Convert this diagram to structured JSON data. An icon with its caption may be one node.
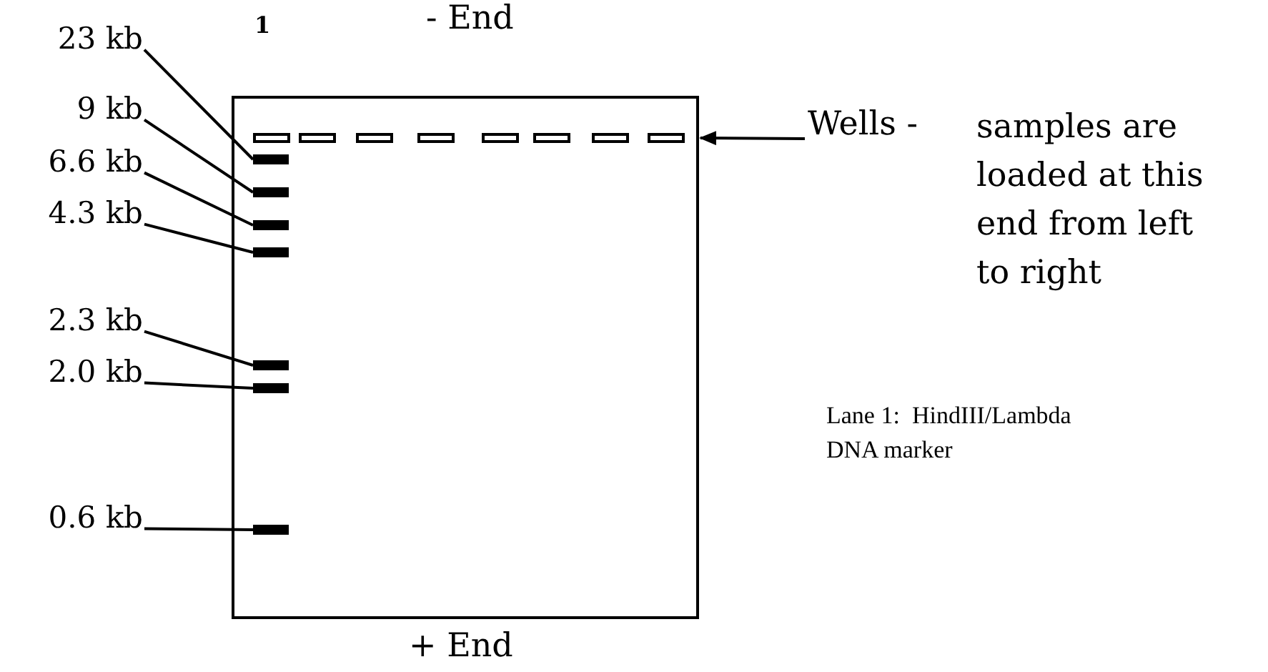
{
  "diagram": {
    "nodes": [
      {
        "text": [],
        "shape": "box"
      },
      {
        "text": [],
        "shape": "box",
        "in": 0
      },
      {
        "text": [],
        "shape": "box",
        "in": 0
      },
      {
        "text": [],
        "shape": "box",
        "in": 0
      },
      {
        "text": [],
        "shape": "box",
        "in": 0
      },
      {
        "text": [],
        "shape": "box",
        "in": 0
      },
      {
        "text": [],
        "shape": "box",
        "in": 0
      },
      {
        "text": [],
        "shape": "box",
        "in": 0
      },
      {
        "text": [],
        "shape": "box",
        "in": 0
      },
      {
        "text": [],
        "shape": "bar",
        "in": 0
      },
      {
        "text": [],
        "shape": "bar",
        "in": 0
      },
      {
        "text": [],
        "shape": "bar",
        "in": 0
      },
      {
        "text": [],
        "shape": "bar",
        "in": 0
      },
      {
        "text": [],
        "shape": "bar",
        "in": 0
      },
      {
        "text": [],
        "shape": "bar",
        "in": 0
      },
      {
        "text": [],
        "shape": "bar",
        "in": 0
      },
      {
        "text": [
          "23 kb"
        ]
      },
      {
        "text": [
          "9 kb"
        ]
      },
      {
        "text": [
          "6.6 kb"
        ]
      },
      {
        "text": [
          "4.3 kb"
        ]
      },
      {
        "text": [
          "2.3 kb"
        ]
      },
      {
        "text": [
          "2.0 kb"
        ]
      },
      {
        "text": [
          "0.6 kb"
        ]
      },
      {
        "text": [
          "Wells -",
          "samples are loaded at this end from left to right"
        ]
      }
    ],
    "edges": [
      {
        "from": 16,
        "to": 9,
        "arrow": "none"
      },
      {
        "from": 17,
        "to": 10,
        "arrow": "none"
      },
      {
        "from": 18,
        "to": 11,
        "arrow": "none"
      },
      {
        "from": 19,
        "to": 12,
        "arrow": "none"
      },
      {
        "from": 20,
        "to": 13,
        "arrow": "none"
      },
      {
        "from": 21,
        "to": 14,
        "arrow": "none"
      },
      {
        "from": 22,
        "to": 15,
        "arrow": "none"
      },
      {
        "from": 23,
        "to": 8,
        "arrow": "to"
      }
    ],
    "labels": [
      "1",
      "- End",
      "Lane 1:  HindIII/Lambda DNA marker",
      "+ End"
    ]
  }
}
